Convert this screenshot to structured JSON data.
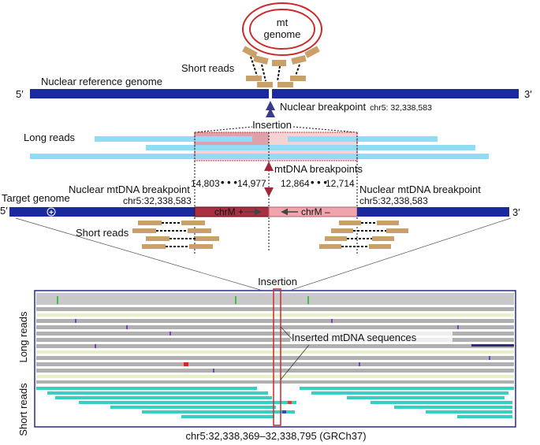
{
  "labels": {
    "mt_genome_line1": "mt",
    "mt_genome_line2": "genome",
    "short_reads_top": "Short reads",
    "nuclear_reference_genome": "Nuclear reference genome",
    "five_prime_top": "5′",
    "three_prime_top": "3′",
    "nuclear_breakpoint": "Nuclear breakpoint",
    "nuclear_breakpoint_coord": "chr5: 32,338,583",
    "insertion_top": "Insertion",
    "long_reads": "Long reads",
    "mtdna_breakpoints": "mtDNA breakpoints",
    "bp_14803": "14,803",
    "bp_14977": "14,977",
    "bp_12864": "12,864",
    "bp_12714": "12,714",
    "nuclear_mtdna_breakpoint_left": "Nuclear mtDNA breakpoint",
    "nuclear_mtdna_breakpoint_right": "Nuclear mtDNA breakpoint",
    "coord_left": "chr5:32,338,583",
    "coord_right": "chr5:32,338,583",
    "target_genome": "Target genome",
    "five_prime_mid": "5′",
    "three_prime_mid": "3′",
    "plus_symbol": "+",
    "chrM_plus": "chrM +",
    "chrM_minus": "chrM –",
    "short_reads_mid": "Short reads",
    "insertion_bottom": "Insertion",
    "long_reads_vertical": "Long reads",
    "short_reads_vertical": "Short reads",
    "inserted_mtdna_sequences": "Inserted mtDNA sequences",
    "genome_coordinates": "chr5:32,338,369–32,338,795 (GRCh37)"
  },
  "colors": {
    "genome_blue": "#1a2a9c",
    "long_read_blue": "#8fdcf5",
    "short_read_tan": "#c9a06a",
    "mt_red": "#cc2a2a",
    "chrM_plus_fill": "#a93040",
    "chrM_minus_fill": "#f0a4ac",
    "insertion_shade": "#f2c4c4",
    "short_read_teal": "#36cfc1",
    "coverage_gray": "#c8c8c8"
  }
}
